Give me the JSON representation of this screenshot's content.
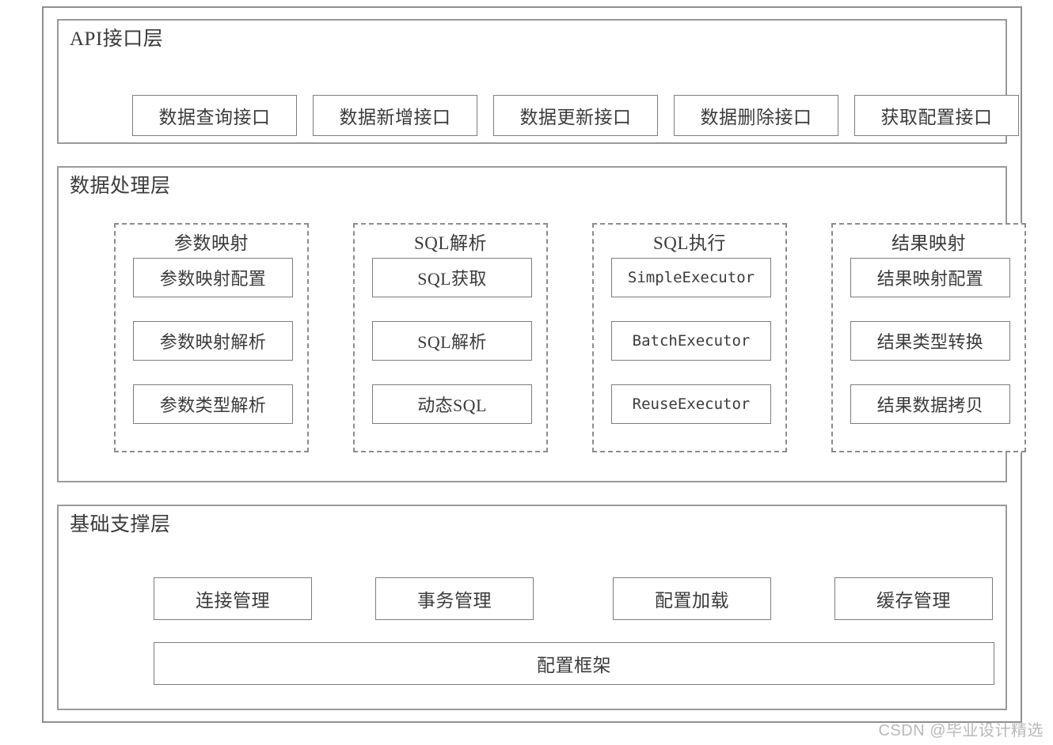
{
  "diagram": {
    "layers": [
      {
        "id": "api",
        "title": "API接口层",
        "items": [
          {
            "label": "数据查询接口"
          },
          {
            "label": "数据新增接口"
          },
          {
            "label": "数据更新接口"
          },
          {
            "label": "数据删除接口"
          },
          {
            "label": "获取配置接口"
          }
        ]
      },
      {
        "id": "data",
        "title": "数据处理层",
        "groups": [
          {
            "title": "参数映射",
            "items": [
              {
                "label": "参数映射配置",
                "mono": false
              },
              {
                "label": "参数映射解析",
                "mono": false
              },
              {
                "label": "参数类型解析",
                "mono": false
              }
            ]
          },
          {
            "title": "SQL解析",
            "items": [
              {
                "label": "SQL获取",
                "mono": false
              },
              {
                "label": "SQL解析",
                "mono": false
              },
              {
                "label": "动态SQL",
                "mono": false
              }
            ]
          },
          {
            "title": "SQL执行",
            "items": [
              {
                "label": "SimpleExecutor",
                "mono": true
              },
              {
                "label": "BatchExecutor",
                "mono": true
              },
              {
                "label": "ReuseExecutor",
                "mono": true
              }
            ]
          },
          {
            "title": "结果映射",
            "items": [
              {
                "label": "结果映射配置",
                "mono": false
              },
              {
                "label": "结果类型转换",
                "mono": false
              },
              {
                "label": "结果数据拷贝",
                "mono": false
              }
            ]
          }
        ]
      },
      {
        "id": "base",
        "title": "基础支撑层",
        "items": [
          {
            "label": "连接管理"
          },
          {
            "label": "事务管理"
          },
          {
            "label": "配置加载"
          },
          {
            "label": "缓存管理"
          }
        ],
        "wide_item": {
          "label": "配置框架"
        }
      }
    ],
    "watermark": "CSDN @毕业设计精选",
    "colors": {
      "frame_border": "#8f8f8f",
      "panel_border": "#9a9a9a",
      "box_border": "#7d7d7d",
      "dashed_border": "#8c8c8c",
      "text": "#3b3b3b",
      "watermark": "#b9b9b9",
      "background": "#ffffff"
    }
  }
}
